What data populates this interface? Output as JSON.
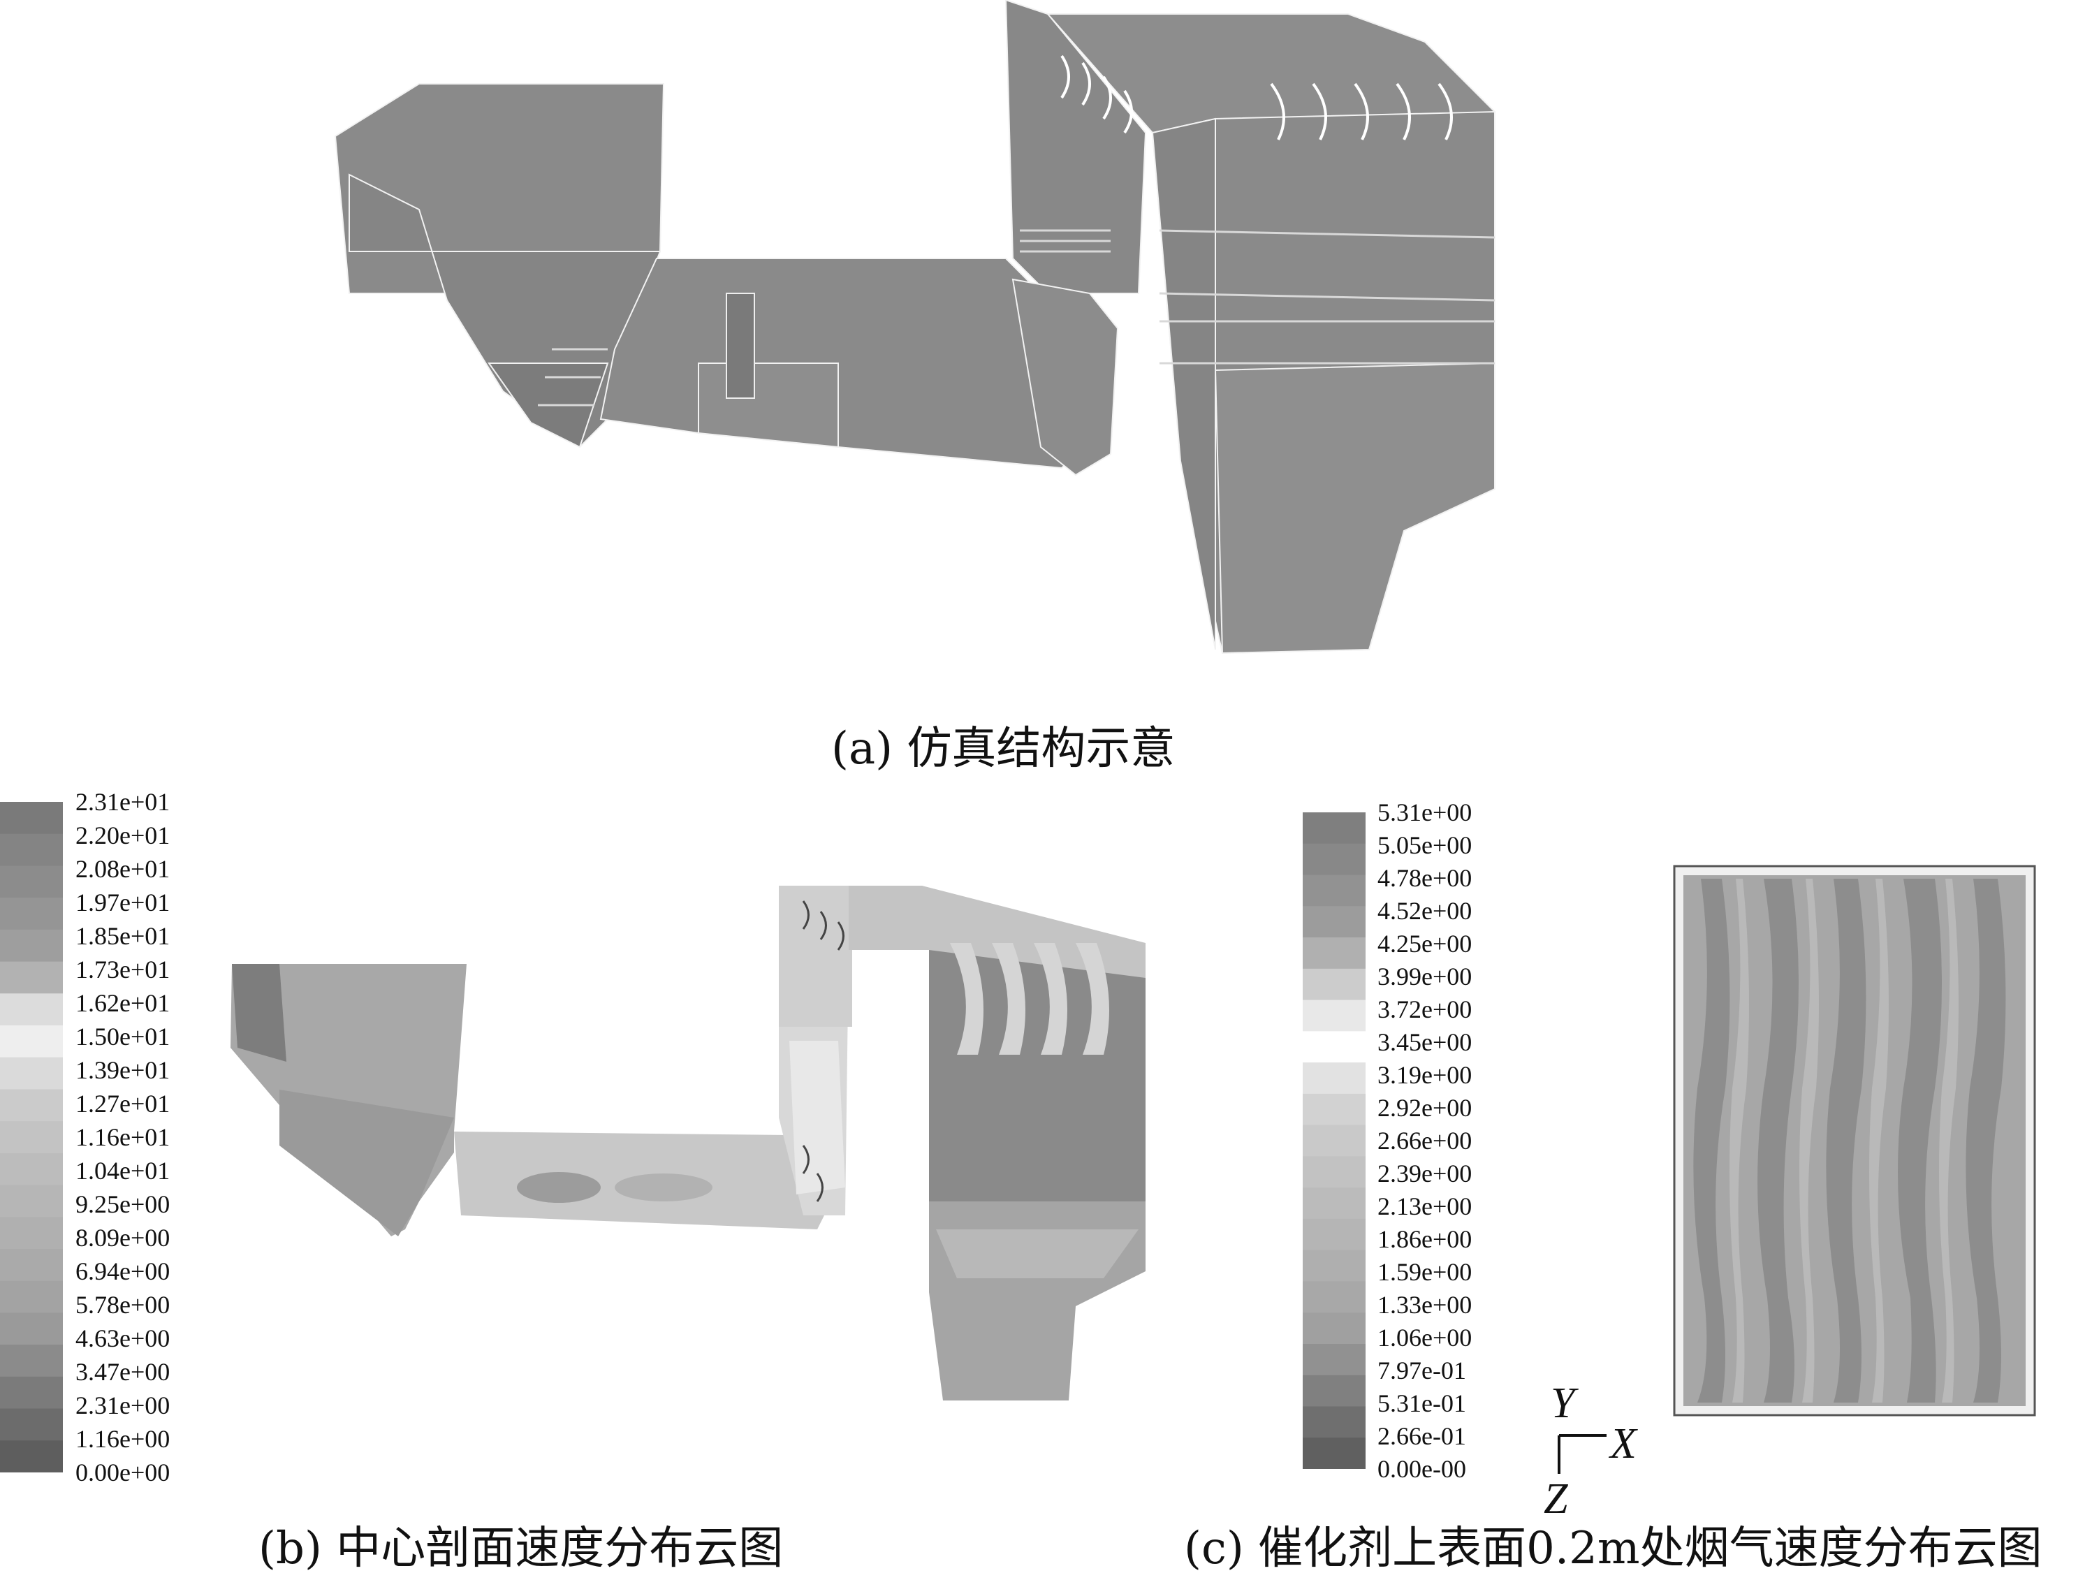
{
  "captions": {
    "a": "(a) 仿真结构示意",
    "b": "(b) 中心剖面速度分布云图",
    "c": "(c) 催化剂上表面0.2m处烟气速度分布云图"
  },
  "colorbar_b": {
    "labels": [
      "2.31e+01",
      "2.20e+01",
      "2.08e+01",
      "1.97e+01",
      "1.85e+01",
      "1.73e+01",
      "1.62e+01",
      "1.50e+01",
      "1.39e+01",
      "1.27e+01",
      "1.16e+01",
      "1.04e+01",
      "9.25e+00",
      "8.09e+00",
      "6.94e+00",
      "5.78e+00",
      "4.63e+00",
      "3.47e+00",
      "2.31e+00",
      "1.16e+00",
      "0.00e+00"
    ],
    "colors": [
      "#7a7a7a",
      "#848484",
      "#8c8c8c",
      "#959595",
      "#9e9e9e",
      "#b2b2b2",
      "#dcdcdc",
      "#eeeeee",
      "#dadada",
      "#cbcbcb",
      "#c3c3c3",
      "#bcbcbc",
      "#b6b6b6",
      "#b0b0b0",
      "#aaaaaa",
      "#a3a3a3",
      "#9a9a9a",
      "#8b8b8b",
      "#7b7b7b",
      "#6c6c6c",
      "#5e5e5e"
    ]
  },
  "colorbar_c": {
    "labels": [
      "5.31e+00",
      "5.05e+00",
      "4.78e+00",
      "4.52e+00",
      "4.25e+00",
      "3.99e+00",
      "3.72e+00",
      "3.45e+00",
      "3.19e+00",
      "2.92e+00",
      "2.66e+00",
      "2.39e+00",
      "2.13e+00",
      "1.86e+00",
      "1.59e+00",
      "1.33e+00",
      "1.06e+00",
      "7.97e-01",
      "5.31e-01",
      "2.66e-01",
      "0.00e-00"
    ],
    "colors": [
      "#7f7f7f",
      "#888888",
      "#929292",
      "#9c9c9c",
      "#b0b0b0",
      "#cccccc",
      "#e8e8e8",
      "#ffffff",
      "#e2e2e2",
      "#d2d2d2",
      "#c9c9c9",
      "#c2c2c2",
      "#bbbbbb",
      "#b5b5b5",
      "#afafaf",
      "#a8a8a8",
      "#a0a0a0",
      "#919191",
      "#808080",
      "#6f6f6f",
      "#606060"
    ]
  },
  "axes_triad": {
    "y": "Y",
    "x": "X",
    "z": "Z"
  },
  "colors": {
    "model_gray": "#8a8a8a",
    "edge": "#f4f4f4"
  }
}
